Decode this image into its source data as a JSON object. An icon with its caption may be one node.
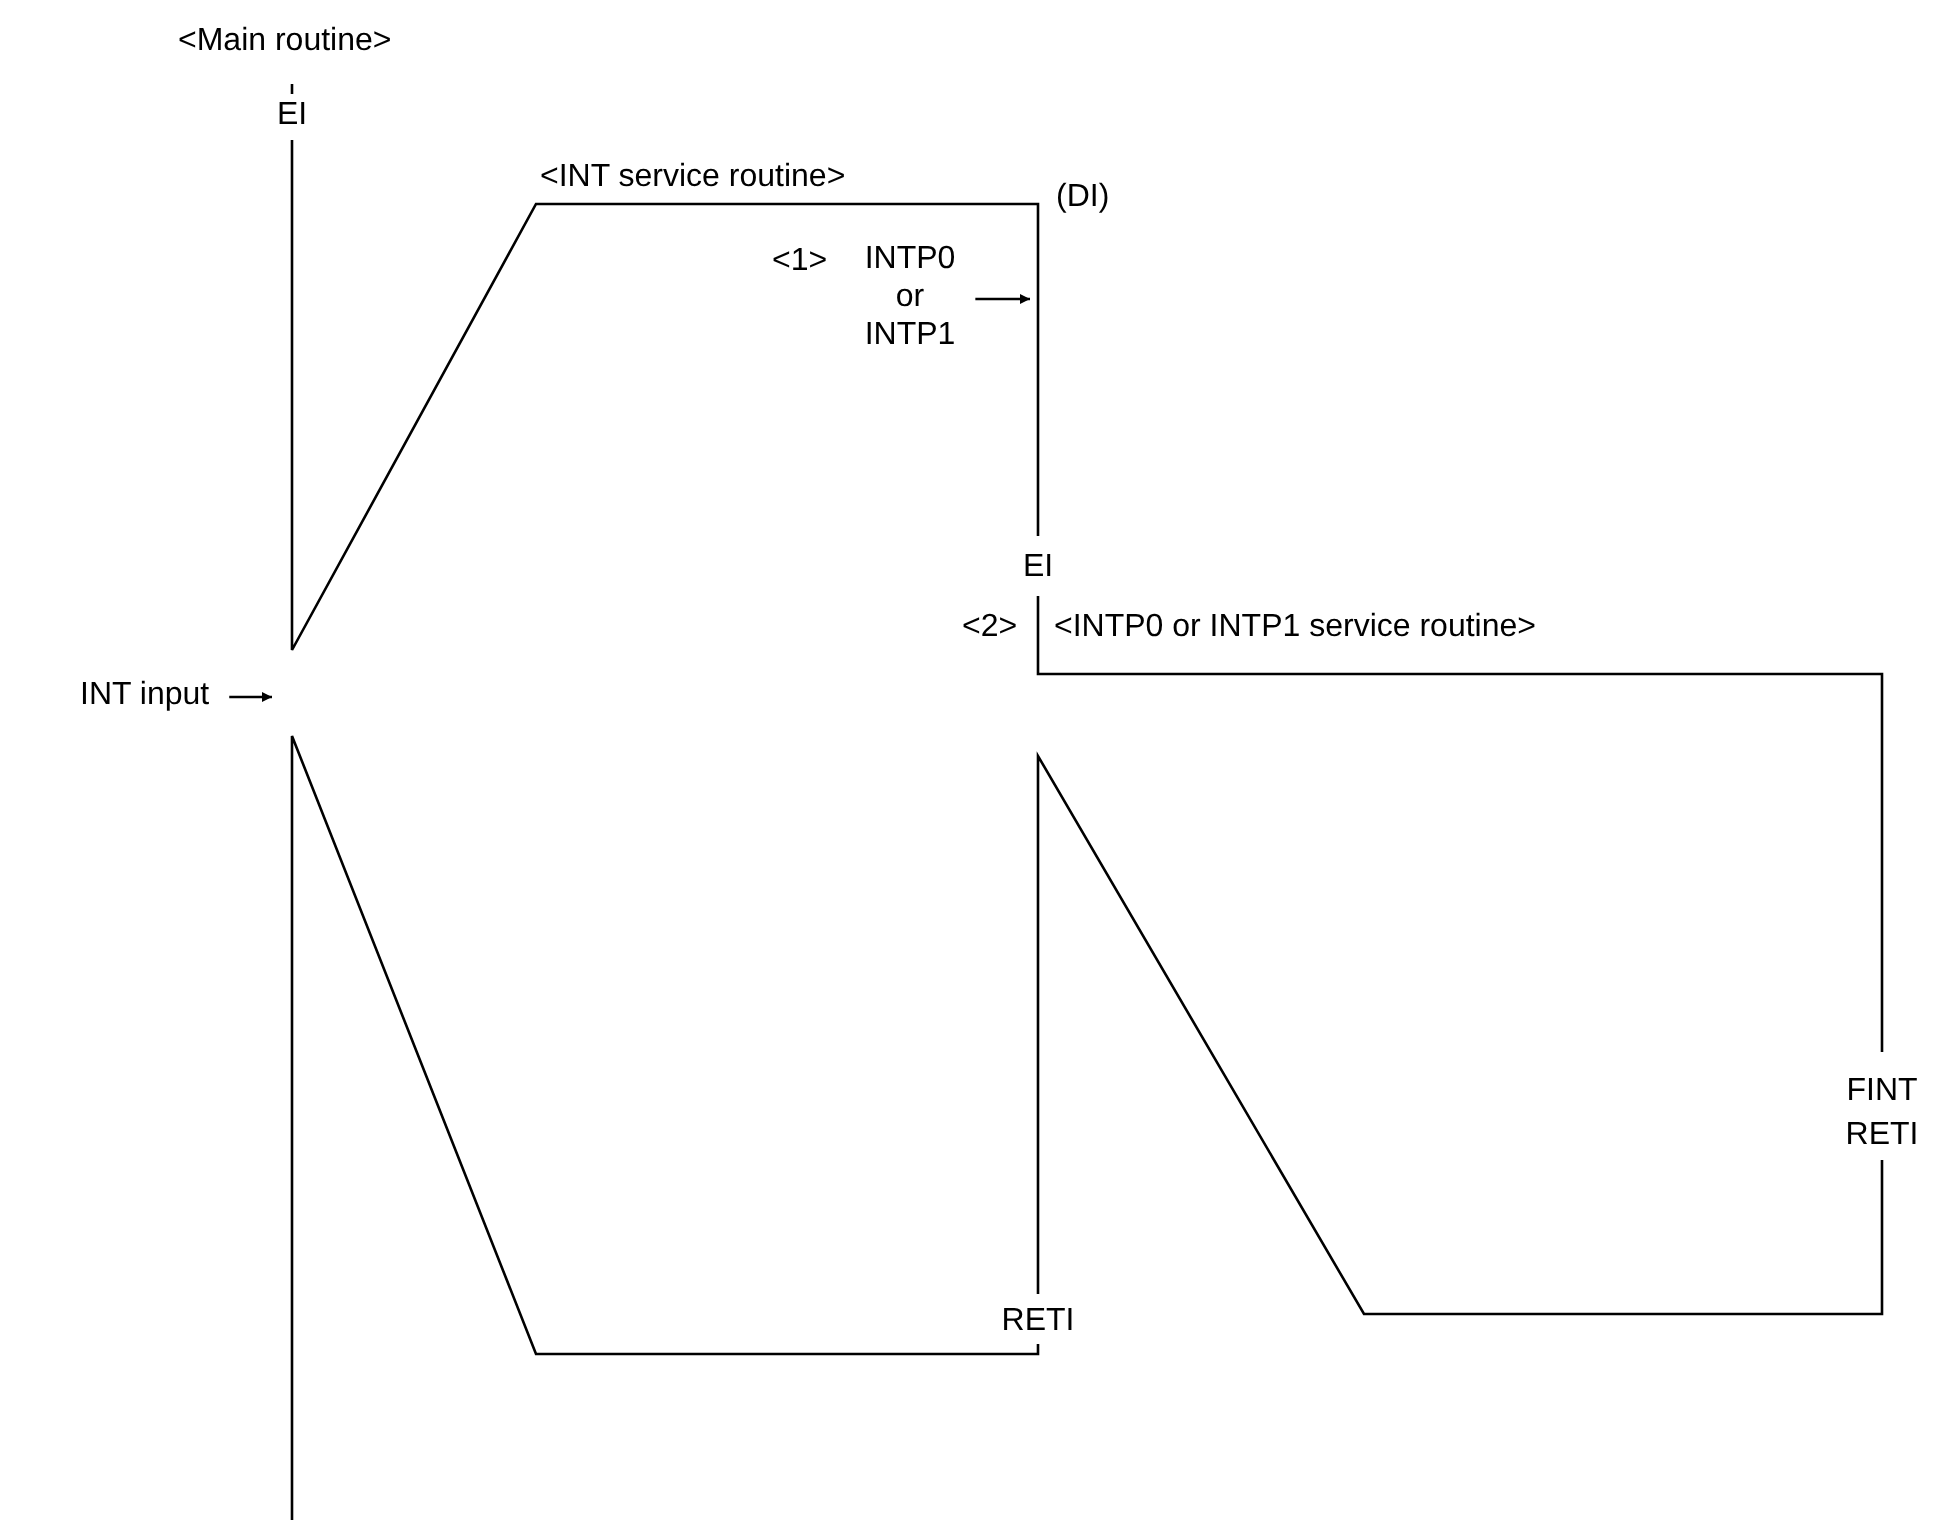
{
  "diagram": {
    "nodes": [
      {
        "text": [
          "INT input"
        ]
      },
      {
        "text": [
          "INTP0 or INTP1"
        ]
      }
    ],
    "edges": [
      {
        "from": 0,
        "to": null,
        "arrow": "to"
      },
      {
        "from": 1,
        "to": null,
        "arrow": "to"
      }
    ],
    "labels": [
      "<Main routine>",
      "EI",
      "<INT service routine>",
      "(DI)",
      "<1>",
      "EI",
      "<2>",
      "<INTP0 or INTP1 service routine>",
      "FINT",
      "RETI",
      "RETI"
    ]
  }
}
